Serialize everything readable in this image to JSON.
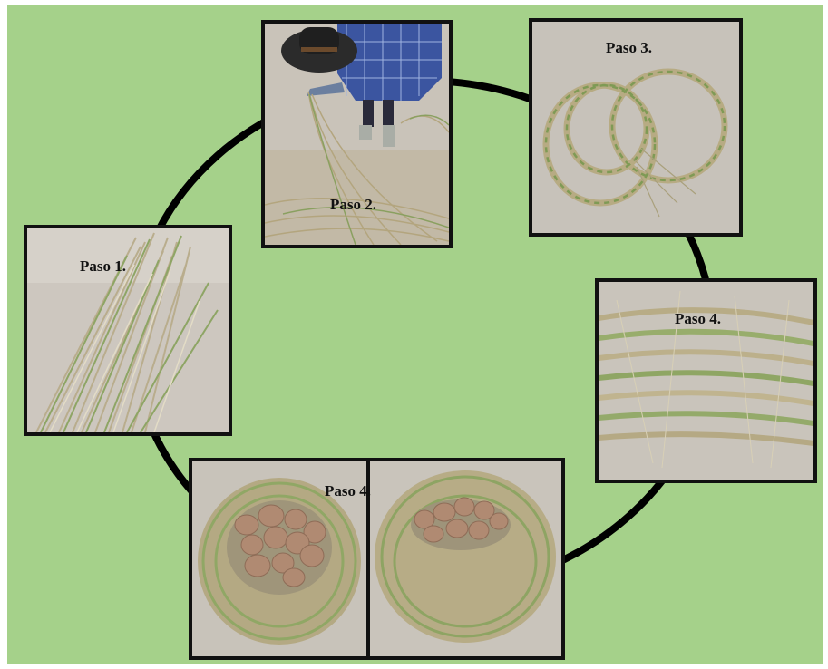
{
  "diagram": {
    "background_color": "#a5d18a",
    "ring_color": "#000000",
    "steps": [
      {
        "id": "paso-1",
        "label": "Paso 1.",
        "photo": "bundle-of-dry-grass"
      },
      {
        "id": "paso-2",
        "label": "Paso 2.",
        "photo": "person-braiding-grass"
      },
      {
        "id": "paso-3",
        "label": "Paso 3.",
        "photo": "braided-grass-rope-coils"
      },
      {
        "id": "paso-4a",
        "label": "Paso 4.",
        "photo": "coiled-grass-basket-wall"
      },
      {
        "id": "paso-4b",
        "label": "Paso 4.",
        "photo": "grass-nest-with-potatoes"
      }
    ]
  }
}
